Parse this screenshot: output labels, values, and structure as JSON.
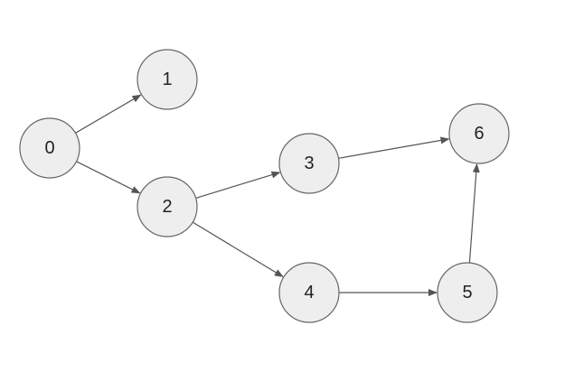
{
  "colors": {
    "node_fill": "#eeeeee",
    "node_stroke": "#666666",
    "edge": "#555555",
    "label": "#222222",
    "background": "#ffffff"
  },
  "graph": {
    "directed": true,
    "nodes": [
      {
        "id": "0",
        "label": "0"
      },
      {
        "id": "1",
        "label": "1"
      },
      {
        "id": "2",
        "label": "2"
      },
      {
        "id": "3",
        "label": "3"
      },
      {
        "id": "4",
        "label": "4"
      },
      {
        "id": "5",
        "label": "5"
      },
      {
        "id": "6",
        "label": "6"
      }
    ],
    "edges": [
      {
        "from": "0",
        "to": "1"
      },
      {
        "from": "0",
        "to": "2"
      },
      {
        "from": "2",
        "to": "3"
      },
      {
        "from": "2",
        "to": "4"
      },
      {
        "from": "3",
        "to": "6"
      },
      {
        "from": "4",
        "to": "5"
      },
      {
        "from": "5",
        "to": "6"
      }
    ]
  }
}
